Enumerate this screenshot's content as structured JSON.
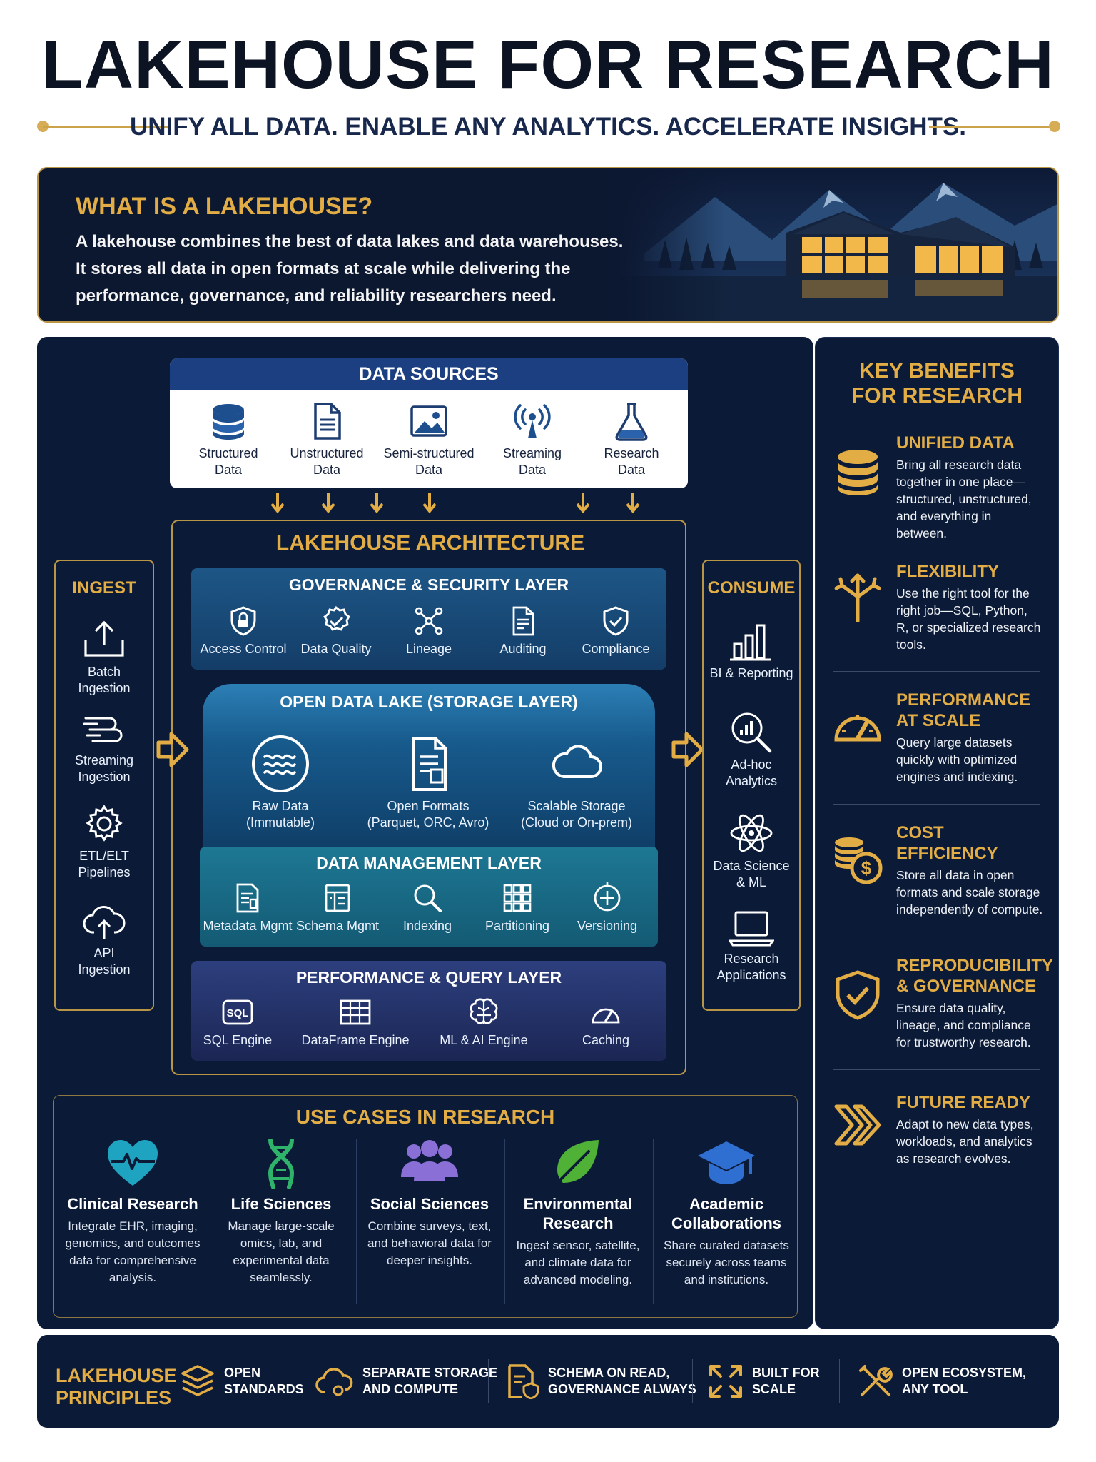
{
  "header": {
    "title": "LAKEHOUSE FOR RESEARCH",
    "subtitle": "UNIFY ALL DATA. ENABLE ANY ANALYTICS. ACCELERATE INSIGHTS."
  },
  "what_is": {
    "title": "WHAT IS A LAKEHOUSE?",
    "line1": "A lakehouse combines the best of data lakes and data warehouses.",
    "line2": "It stores all data in open formats at scale while delivering the",
    "line3": "performance, governance, and reliability researchers need."
  },
  "data_sources": {
    "title": "DATA SOURCES",
    "items": [
      {
        "line1": "Structured",
        "line2": "Data"
      },
      {
        "line1": "Unstructured",
        "line2": "Data"
      },
      {
        "line1": "Semi-structured",
        "line2": "Data"
      },
      {
        "line1": "Streaming",
        "line2": "Data"
      },
      {
        "line1": "Research",
        "line2": "Data"
      }
    ]
  },
  "ingest": {
    "title": "INGEST",
    "items": [
      {
        "line1": "Batch",
        "line2": "Ingestion"
      },
      {
        "line1": "Streaming",
        "line2": "Ingestion"
      },
      {
        "line1": "ETL/ELT",
        "line2": "Pipelines"
      },
      {
        "line1": "API",
        "line2": "Ingestion"
      }
    ]
  },
  "consume": {
    "title": "CONSUME",
    "items": [
      {
        "line1": "BI & Reporting",
        "line2": ""
      },
      {
        "line1": "Ad-hoc",
        "line2": "Analytics"
      },
      {
        "line1": "Data Science",
        "line2": "& ML"
      },
      {
        "line1": "Research",
        "line2": "Applications"
      }
    ]
  },
  "architecture": {
    "title": "LAKEHOUSE ARCHITECTURE",
    "governance": {
      "title": "GOVERNANCE & SECURITY LAYER",
      "items": [
        "Access Control",
        "Data Quality",
        "Lineage",
        "Auditing",
        "Compliance"
      ]
    },
    "lake": {
      "title": "OPEN DATA LAKE (STORAGE LAYER)",
      "items": [
        {
          "line1": "Raw Data",
          "line2": "(Immutable)"
        },
        {
          "line1": "Open Formats",
          "line2": "(Parquet, ORC, Avro)"
        },
        {
          "line1": "Scalable Storage",
          "line2": "(Cloud or On-prem)"
        }
      ]
    },
    "management": {
      "title": "DATA MANAGEMENT LAYER",
      "items": [
        "Metadata Mgmt",
        "Schema Mgmt",
        "Indexing",
        "Partitioning",
        "Versioning"
      ]
    },
    "performance": {
      "title": "PERFORMANCE & QUERY LAYER",
      "items": [
        "SQL Engine",
        "DataFrame Engine",
        "ML & AI Engine",
        "Caching"
      ]
    }
  },
  "use_cases": {
    "title": "USE CASES IN RESEARCH",
    "items": [
      {
        "title": "Clinical Research",
        "desc": "Integrate EHR, imaging, genomics, and outcomes data for comprehensive analysis.",
        "color": "#1ea3c0"
      },
      {
        "title": "Life Sciences",
        "desc": "Manage large-scale omics, lab, and experimental data seamlessly.",
        "color": "#2fb36b"
      },
      {
        "title": "Social Sciences",
        "desc": "Combine surveys, text, and behavioral data for deeper insights.",
        "color": "#8a6fd6"
      },
      {
        "title": "Environmental Research",
        "desc": "Ingest sensor, satellite, and climate data for advanced modeling.",
        "color": "#4fb236"
      },
      {
        "title": "Academic Collaborations",
        "desc": "Share curated datasets securely across teams and institutions.",
        "color": "#2f6fd1"
      }
    ]
  },
  "benefits": {
    "title_line1": "KEY BENEFITS",
    "title_line2": "FOR RESEARCH",
    "items": [
      {
        "title": "UNIFIED DATA",
        "desc": "Bring all research data together in one place—structured, unstructured, and everything in between."
      },
      {
        "title": "FLEXIBILITY",
        "desc": "Use the right tool for the right job—SQL, Python, R, or specialized research tools."
      },
      {
        "title": "PERFORMANCE AT SCALE",
        "desc": "Query large datasets quickly with optimized engines and indexing."
      },
      {
        "title": "COST EFFICIENCY",
        "desc": "Store all data in open formats and scale storage independently of compute."
      },
      {
        "title": "REPRODUCIBILITY & GOVERNANCE",
        "desc": "Ensure data quality, lineage, and compliance for trustworthy research."
      },
      {
        "title": "FUTURE READY",
        "desc": "Adapt to new data types, workloads, and analytics as research evolves."
      }
    ]
  },
  "principles": {
    "title_line1": "LAKEHOUSE",
    "title_line2": "PRINCIPLES",
    "items": [
      "OPEN\nSTANDARDS",
      "SEPARATE STORAGE\nAND COMPUTE",
      "SCHEMA ON READ,\nGOVERNANCE ALWAYS",
      "BUILT FOR\nSCALE",
      "OPEN ECOSYSTEM,\nANY TOOL"
    ]
  },
  "colors": {
    "navy": "#0b1a36",
    "gold": "#e3ad45",
    "title_dark": "#0c1322"
  }
}
